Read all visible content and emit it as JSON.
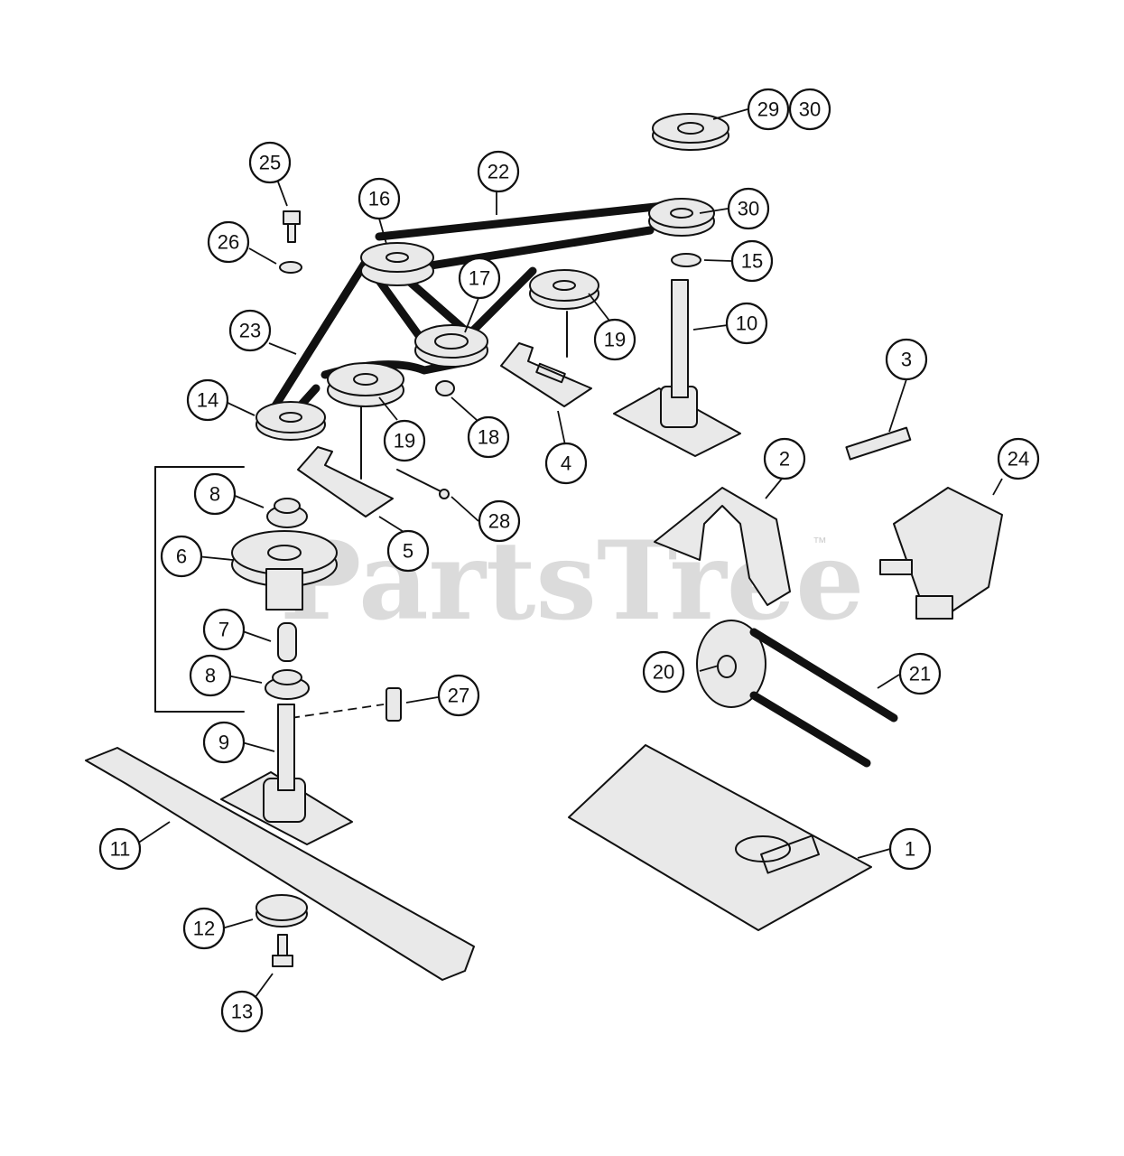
{
  "watermark": {
    "text": "PartsTree",
    "trademark": "™"
  },
  "colors": {
    "ink": "#111111",
    "paper": "#ffffff",
    "watermark": "#cfcfcf"
  },
  "callouts": [
    {
      "id": "c1",
      "label": "1"
    },
    {
      "id": "c2",
      "label": "2"
    },
    {
      "id": "c3",
      "label": "3"
    },
    {
      "id": "c4",
      "label": "4"
    },
    {
      "id": "c5",
      "label": "5"
    },
    {
      "id": "c6",
      "label": "6"
    },
    {
      "id": "c7",
      "label": "7"
    },
    {
      "id": "c8a",
      "label": "8"
    },
    {
      "id": "c8b",
      "label": "8"
    },
    {
      "id": "c9",
      "label": "9"
    },
    {
      "id": "c10",
      "label": "10"
    },
    {
      "id": "c11",
      "label": "11"
    },
    {
      "id": "c12",
      "label": "12"
    },
    {
      "id": "c13",
      "label": "13"
    },
    {
      "id": "c14",
      "label": "14"
    },
    {
      "id": "c15",
      "label": "15"
    },
    {
      "id": "c16",
      "label": "16"
    },
    {
      "id": "c17",
      "label": "17"
    },
    {
      "id": "c18",
      "label": "18"
    },
    {
      "id": "c19a",
      "label": "19"
    },
    {
      "id": "c19b",
      "label": "19"
    },
    {
      "id": "c20",
      "label": "20"
    },
    {
      "id": "c21",
      "label": "21"
    },
    {
      "id": "c22",
      "label": "22"
    },
    {
      "id": "c23",
      "label": "23"
    },
    {
      "id": "c24",
      "label": "24"
    },
    {
      "id": "c25",
      "label": "25"
    },
    {
      "id": "c26",
      "label": "26"
    },
    {
      "id": "c27",
      "label": "27"
    },
    {
      "id": "c28",
      "label": "28"
    },
    {
      "id": "c29",
      "label": "29"
    },
    {
      "id": "c30a",
      "label": "30"
    },
    {
      "id": "c30b",
      "label": "30"
    }
  ]
}
